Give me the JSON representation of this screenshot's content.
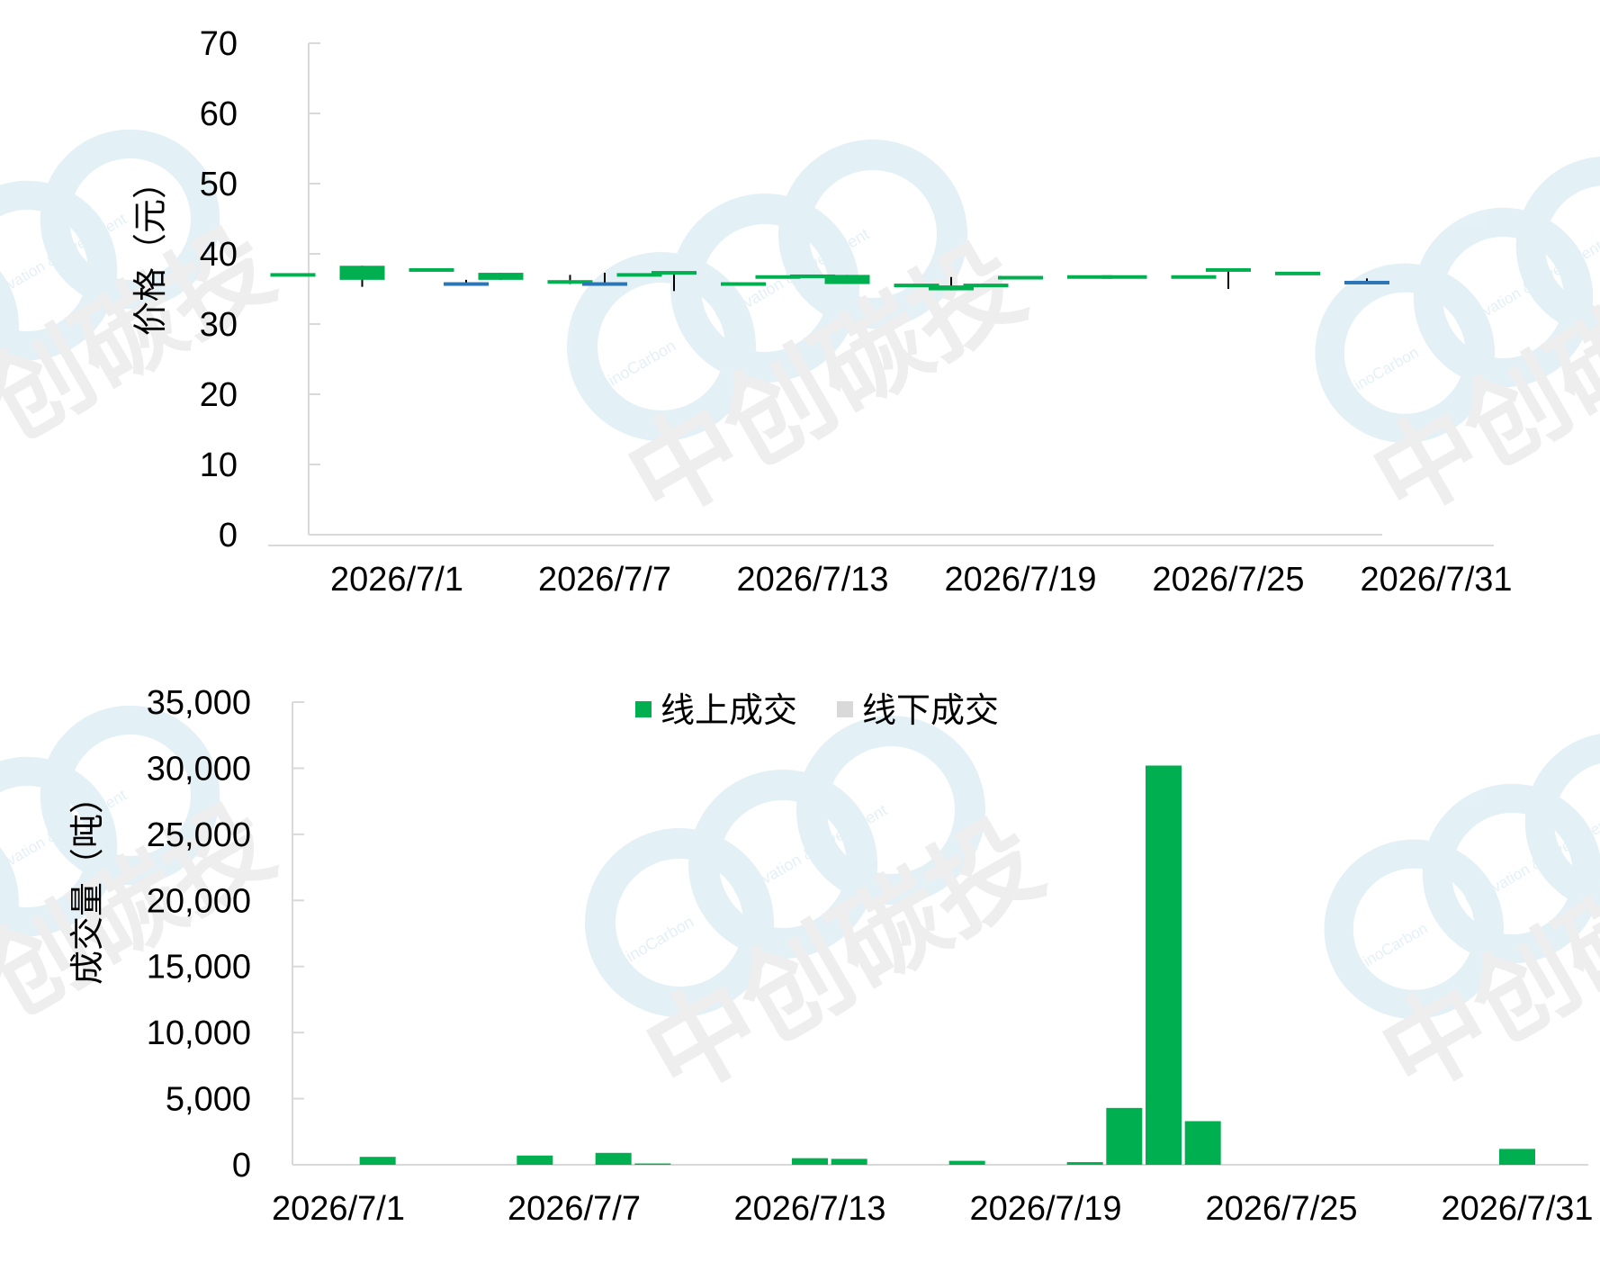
{
  "chart_data": [
    {
      "type": "candlestick",
      "ylabel": "价格（元）",
      "ylim": [
        0,
        70
      ],
      "yticks": [
        "0",
        "10",
        "20",
        "30",
        "40",
        "50",
        "60",
        "70"
      ],
      "xtick_labels": [
        "2026/7/1",
        "2026/7/7",
        "2026/7/13",
        "2026/7/19",
        "2026/7/25",
        "2026/7/31"
      ],
      "grid": false,
      "candles": [
        {
          "date": "2026/6/28",
          "open": 37.0,
          "close": 37.0,
          "high": 37.0,
          "low": 37.0,
          "direction": "up"
        },
        {
          "date": "2026/6/30",
          "open": 38.3,
          "close": 36.3,
          "high": 38.3,
          "low": 35.3,
          "direction": "down"
        },
        {
          "date": "2026/7/2",
          "open": 37.7,
          "close": 37.7,
          "high": 37.7,
          "low": 37.7,
          "direction": "up"
        },
        {
          "date": "2026/7/3",
          "open": 35.7,
          "close": 35.7,
          "high": 36.3,
          "low": 35.7,
          "direction": "flat"
        },
        {
          "date": "2026/7/4",
          "open": 37.3,
          "close": 36.3,
          "high": 37.3,
          "low": 36.3,
          "direction": "down"
        },
        {
          "date": "2026/7/6",
          "open": 36.0,
          "close": 35.7,
          "high": 37.0,
          "low": 35.7,
          "direction": "down"
        },
        {
          "date": "2026/7/7",
          "open": 35.7,
          "close": 35.7,
          "high": 37.3,
          "low": 35.7,
          "direction": "flat"
        },
        {
          "date": "2026/7/8",
          "open": 37.0,
          "close": 37.0,
          "high": 37.0,
          "low": 37.0,
          "direction": "up"
        },
        {
          "date": "2026/7/9",
          "open": 37.3,
          "close": 37.3,
          "high": 37.3,
          "low": 34.7,
          "direction": "up"
        },
        {
          "date": "2026/7/11",
          "open": 35.7,
          "close": 35.7,
          "high": 35.7,
          "low": 35.7,
          "direction": "up"
        },
        {
          "date": "2026/7/12",
          "open": 36.7,
          "close": 36.7,
          "high": 36.7,
          "low": 36.7,
          "direction": "up"
        },
        {
          "date": "2026/7/13",
          "open": 36.8,
          "close": 36.8,
          "high": 36.8,
          "low": 36.8,
          "direction": "up"
        },
        {
          "date": "2026/7/14",
          "open": 37.0,
          "close": 35.7,
          "high": 37.0,
          "low": 35.7,
          "direction": "down"
        },
        {
          "date": "2026/7/16",
          "open": 35.5,
          "close": 35.5,
          "high": 35.5,
          "low": 35.5,
          "direction": "up"
        },
        {
          "date": "2026/7/17",
          "open": 35.5,
          "close": 34.8,
          "high": 36.7,
          "low": 34.8,
          "direction": "down"
        },
        {
          "date": "2026/7/18",
          "open": 35.5,
          "close": 35.5,
          "high": 35.5,
          "low": 35.5,
          "direction": "up"
        },
        {
          "date": "2026/7/19",
          "open": 36.6,
          "close": 36.6,
          "high": 36.6,
          "low": 36.6,
          "direction": "up"
        },
        {
          "date": "2026/7/21",
          "open": 36.7,
          "close": 36.7,
          "high": 36.7,
          "low": 36.7,
          "direction": "up"
        },
        {
          "date": "2026/7/22",
          "open": 36.7,
          "close": 36.7,
          "high": 36.7,
          "low": 36.7,
          "direction": "up"
        },
        {
          "date": "2026/7/24",
          "open": 36.7,
          "close": 36.7,
          "high": 36.7,
          "low": 36.7,
          "direction": "up"
        },
        {
          "date": "2026/7/25",
          "open": 37.7,
          "close": 37.2,
          "high": 37.7,
          "low": 35.0,
          "direction": "down"
        },
        {
          "date": "2026/7/27",
          "open": 37.2,
          "close": 37.2,
          "high": 37.2,
          "low": 37.2,
          "direction": "up"
        },
        {
          "date": "2026/7/29",
          "open": 35.9,
          "close": 35.9,
          "high": 36.5,
          "low": 35.9,
          "direction": "flat"
        }
      ],
      "colors": {
        "up": "#00b050",
        "down": "#00b050",
        "flat": "#2e75b6",
        "wick": "#000000",
        "axis": "#d9d9d9"
      }
    },
    {
      "type": "bar",
      "ylabel": "成交量（吨）",
      "ylim": [
        0,
        35000
      ],
      "yticks": [
        "0",
        "5,000",
        "10,000",
        "15,000",
        "20,000",
        "25,000",
        "30,000",
        "35,000"
      ],
      "xtick_labels": [
        "2026/7/1",
        "2026/7/7",
        "2026/7/13",
        "2026/7/19",
        "2026/7/25",
        "2026/7/31"
      ],
      "legend_position": "top",
      "grid": false,
      "series": [
        {
          "name": "线上成交",
          "color": "#00b050",
          "points": [
            {
              "date": "2026/7/2",
              "value": 600
            },
            {
              "date": "2026/7/6",
              "value": 700
            },
            {
              "date": "2026/7/8",
              "value": 900
            },
            {
              "date": "2026/7/9",
              "value": 100
            },
            {
              "date": "2026/7/13",
              "value": 500
            },
            {
              "date": "2026/7/14",
              "value": 450
            },
            {
              "date": "2026/7/17",
              "value": 300
            },
            {
              "date": "2026/7/20",
              "value": 200
            },
            {
              "date": "2026/7/21",
              "value": 4300
            },
            {
              "date": "2026/7/22",
              "value": 30200
            },
            {
              "date": "2026/7/23",
              "value": 3300
            },
            {
              "date": "2026/7/31",
              "value": 1200
            }
          ]
        },
        {
          "name": "线下成交",
          "color": "#d9d9d9",
          "points": []
        }
      ]
    }
  ],
  "watermark": {
    "brand_cn": "中创碳投",
    "brand_en": "SinoCarbon",
    "tagline": "Innovation & Investment",
    "color": "#2f8fbf"
  }
}
